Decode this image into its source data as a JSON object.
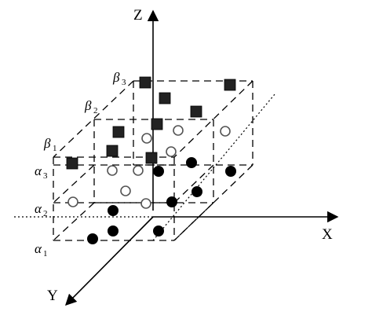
{
  "axes": {
    "x_label": "X",
    "y_label": "Y",
    "z_label": "Z"
  },
  "plane_labels": {
    "beta3": {
      "letter": "β",
      "sub": "3"
    },
    "beta2": {
      "letter": "β",
      "sub": "2"
    },
    "beta1": {
      "letter": "β",
      "sub": "1"
    },
    "alpha3": {
      "letter": "α",
      "sub": "3"
    },
    "alpha2": {
      "letter": "α",
      "sub": "2"
    },
    "alpha1": {
      "letter": "α",
      "sub": "1"
    }
  },
  "marker_styles": [
    "filled-square",
    "open-circle",
    "filled-circle"
  ],
  "colors": {
    "ink": "#000000",
    "open_stroke": "#555555",
    "background": "#ffffff"
  }
}
